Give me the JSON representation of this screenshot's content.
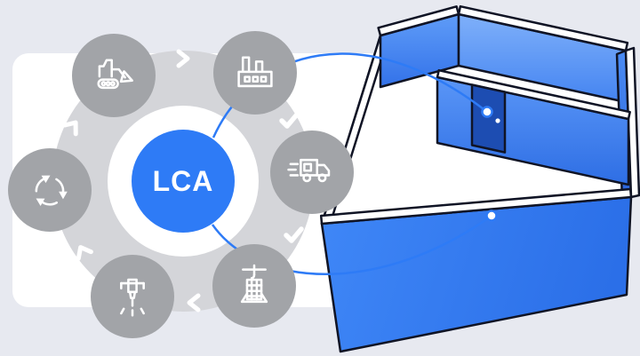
{
  "diagram": {
    "center_label": "LCA",
    "stages": [
      {
        "icon": "excavator-icon"
      },
      {
        "icon": "factory-icon"
      },
      {
        "icon": "truck-icon"
      },
      {
        "icon": "formwork-icon"
      },
      {
        "icon": "jackhammer-icon"
      },
      {
        "icon": "recycle-icon"
      }
    ],
    "ring_marks": [
      "chevron-right",
      "check",
      "check",
      "chevron-left",
      "chevron-up-left",
      "chevron-up-right"
    ]
  },
  "building": {
    "style": "isometric-line-illustration",
    "features": [
      "walls-with-white-tops",
      "door",
      "front-wall"
    ]
  },
  "connectors": {
    "count": 2,
    "targets": [
      "door",
      "front-wall"
    ]
  },
  "colors": {
    "background": "#e7e9f0",
    "panel": "#ffffff",
    "ring_gray": "#d4d5d9",
    "node_gray": "#a2a4a8",
    "accent_blue": "#2e7bf6",
    "door_blue": "#1d4db2",
    "outline": "#101425",
    "icon_white": "#ffffff"
  }
}
